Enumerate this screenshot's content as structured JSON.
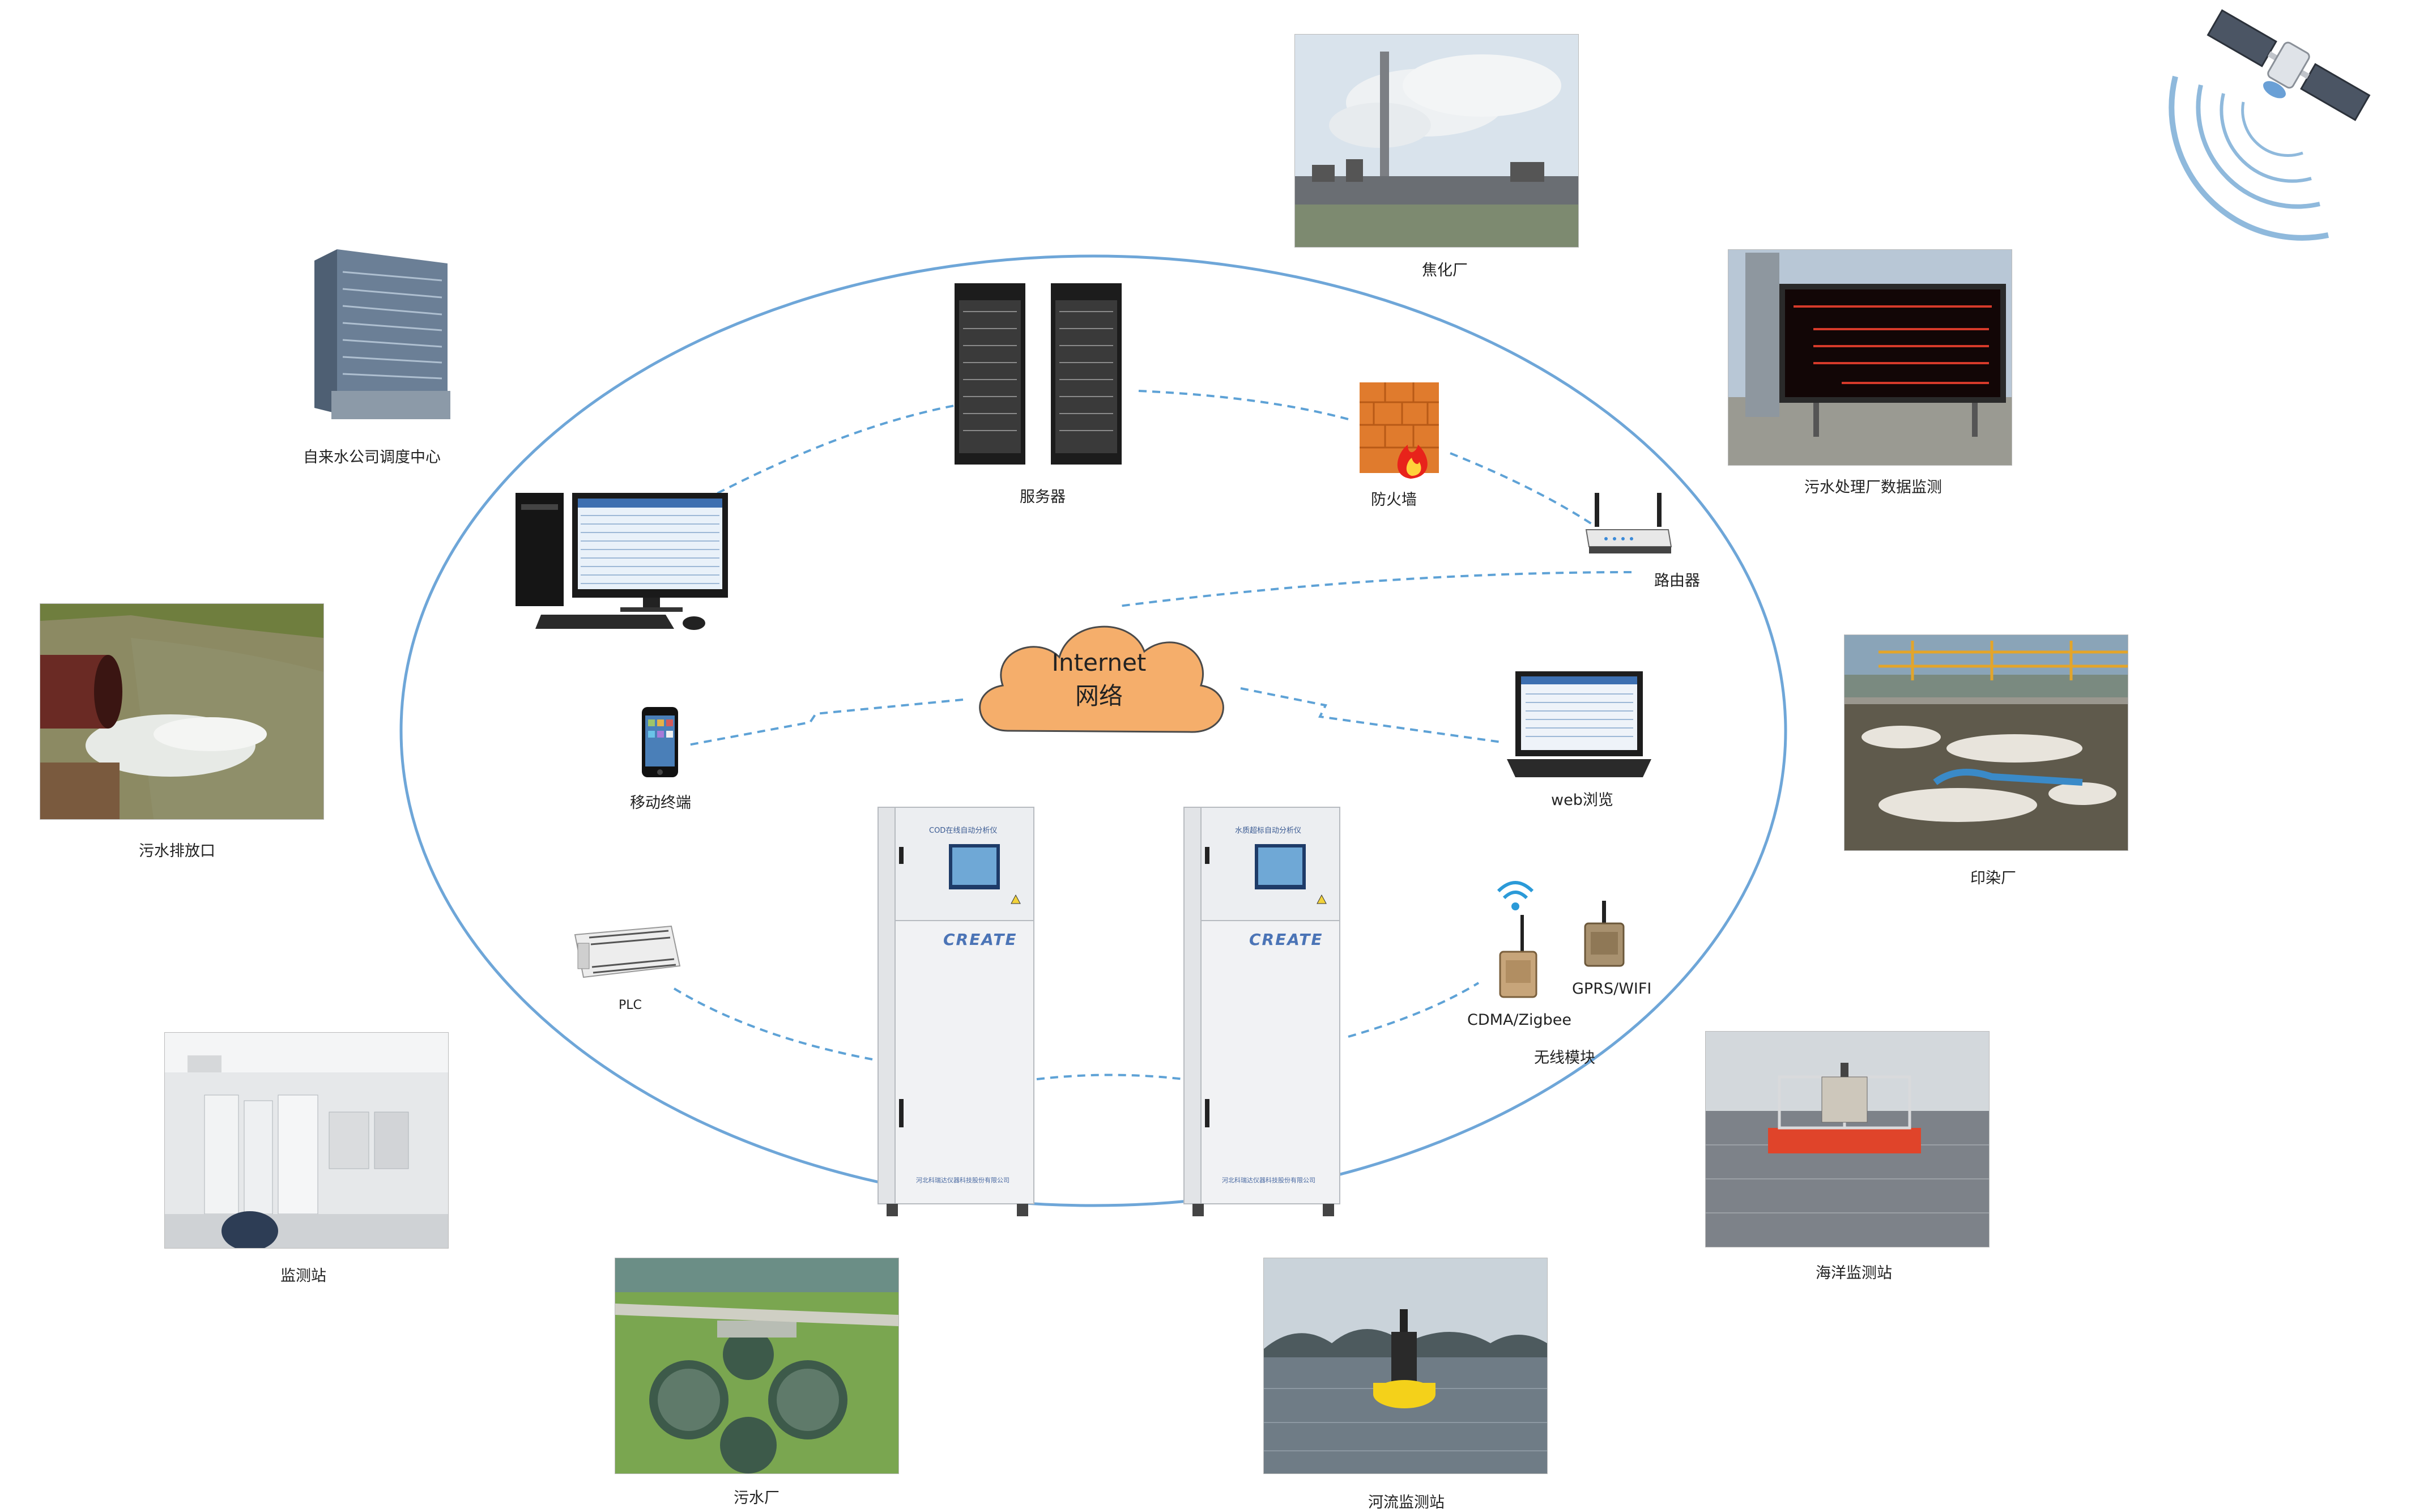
{
  "cloud": {
    "line1": "Internet",
    "line2": "网络"
  },
  "core_labels": {
    "servers": "服务器",
    "firewall": "防火墙",
    "router": "路由器",
    "mobile": "移动终端",
    "web": "web浏览",
    "plc": "PLC",
    "cdma": "CDMA/Zigbee",
    "gprs": "GPRS/WIFI",
    "wireless": "无线模块"
  },
  "sites": {
    "coking": "焦化厂",
    "waterco": "自来水公司调度中心",
    "sewage_data": "污水处理厂数据监测",
    "outfall": "污水排放口",
    "dyeing": "印染厂",
    "station": "监测站",
    "ocean": "海洋监测站",
    "sewage_plant": "污水厂",
    "river": "河流监测站"
  },
  "analyzers": {
    "brand": "CREATE",
    "left_title": "COD在线自动分析仪",
    "right_title": "水质超标自动分析仪",
    "footer": "河北科瑞达仪器科技股份有限公司"
  },
  "colors": {
    "ellipse": "#6ea6d8",
    "link": "#5ea2d6",
    "cloud": "#f5ae6b",
    "brand": "#4b74b6"
  }
}
